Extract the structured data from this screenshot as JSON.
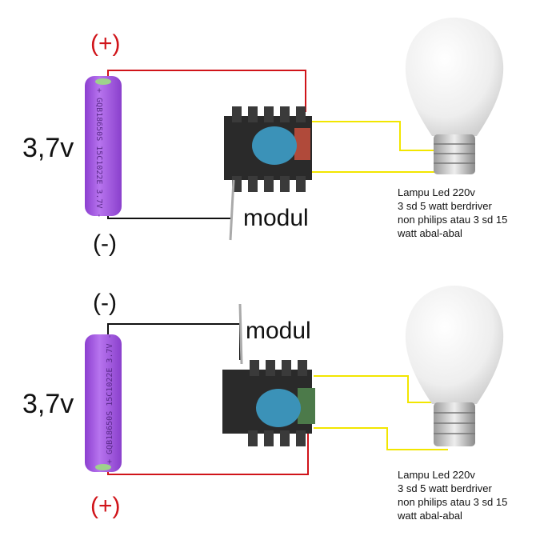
{
  "circuits": [
    {
      "positive": "(+)",
      "negative": "(-)",
      "voltage": "3,7v",
      "module_label": "modul",
      "battery_print": "+ GQB18650S 15C1022E 3.7V -",
      "lamp_lines": [
        "Lampu Led 220v",
        "3 sd 5 watt berdriver",
        "non philips atau 3 sd 15",
        "watt abal-abal"
      ]
    },
    {
      "positive": "(+)",
      "negative": "(-)",
      "voltage": "3,7v",
      "module_label": "modul",
      "battery_print": "+ GQB18650S 15C1022E 3.7V -",
      "lamp_lines": [
        "Lampu Led 220v",
        "3 sd 5 watt berdriver",
        "non philips atau 3 sd 15",
        "watt abal-abal"
      ]
    }
  ],
  "colors": {
    "positive_wire": "#d0141a",
    "negative_wire": "#111111",
    "lamp_wire": "#f2e600",
    "battery": "#a55be0"
  }
}
